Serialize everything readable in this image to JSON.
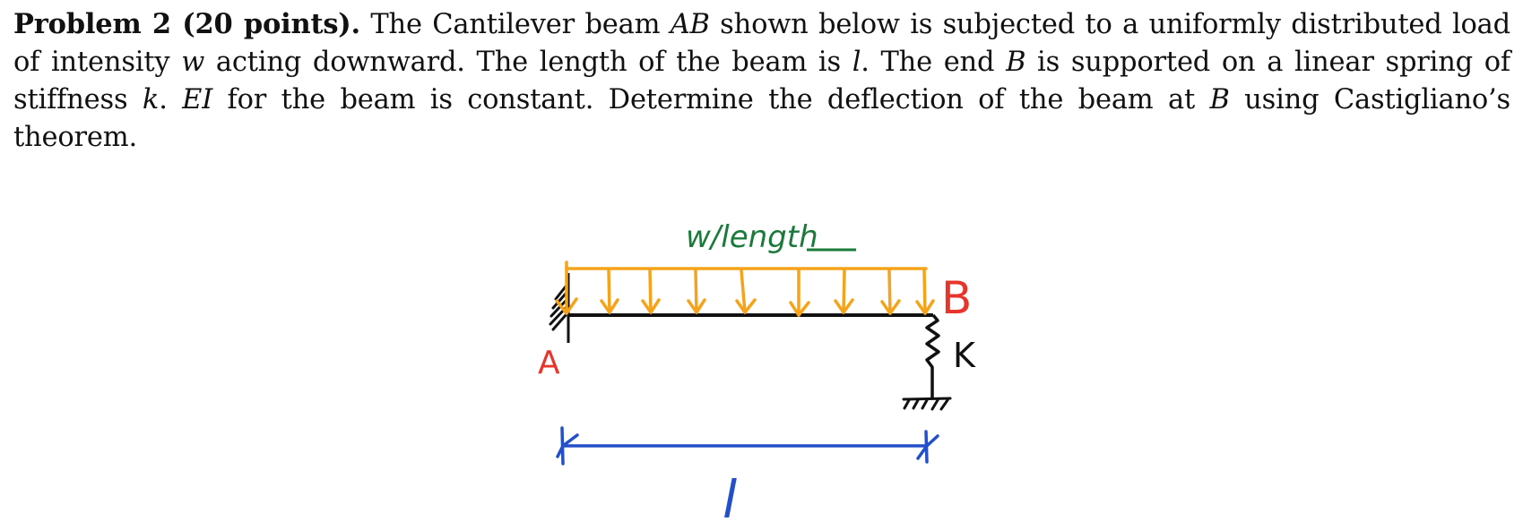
{
  "problem": {
    "heading": "Problem 2 (20 points).",
    "parts": [
      " The Cantilever beam ",
      "AB",
      " shown below is subjected to a uniformly distributed load of intensity ",
      "w",
      " acting downward. The length of the beam is ",
      "l",
      ". The end ",
      "B",
      " is supported on a linear spring of stiffness ",
      "k",
      ". ",
      "EI",
      " for the beam is constant. Determine the deflection of the beam at ",
      "B",
      " using Castigliano’s theorem."
    ]
  },
  "figure": {
    "load_label": "w/length",
    "end_a_label": "A",
    "end_b_label": "B",
    "spring_label": "K",
    "length_label": "l",
    "colors": {
      "load": "#f5a31a",
      "load_label": "#1b7a3a",
      "end_labels": "#e8352b",
      "beam": "#111111",
      "dimension": "#2350c8"
    },
    "arrow_count": 9
  }
}
